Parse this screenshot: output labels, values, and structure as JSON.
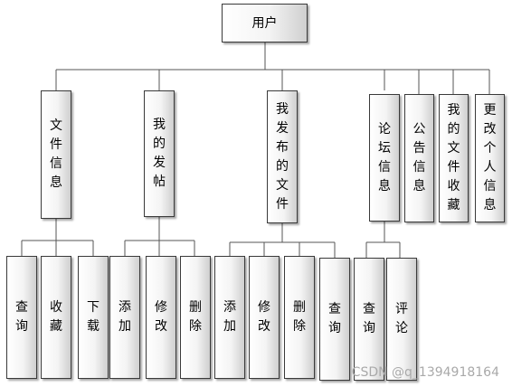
{
  "root": "用户",
  "level1": [
    "文件信息",
    "我的发帖",
    "我发布的文件",
    "论坛信息",
    "公告信息",
    "我的文件收藏",
    "更改个人信息"
  ],
  "level2": {
    "文件信息": [
      "查询",
      "收藏",
      "下载"
    ],
    "我的发帖": [
      "添加",
      "修改",
      "删除"
    ],
    "我发布的文件": [
      "添加",
      "修改",
      "删除",
      "查询"
    ],
    "论坛信息": [
      "查询",
      "评论"
    ]
  },
  "watermark": "CSDN @q_1394918164"
}
